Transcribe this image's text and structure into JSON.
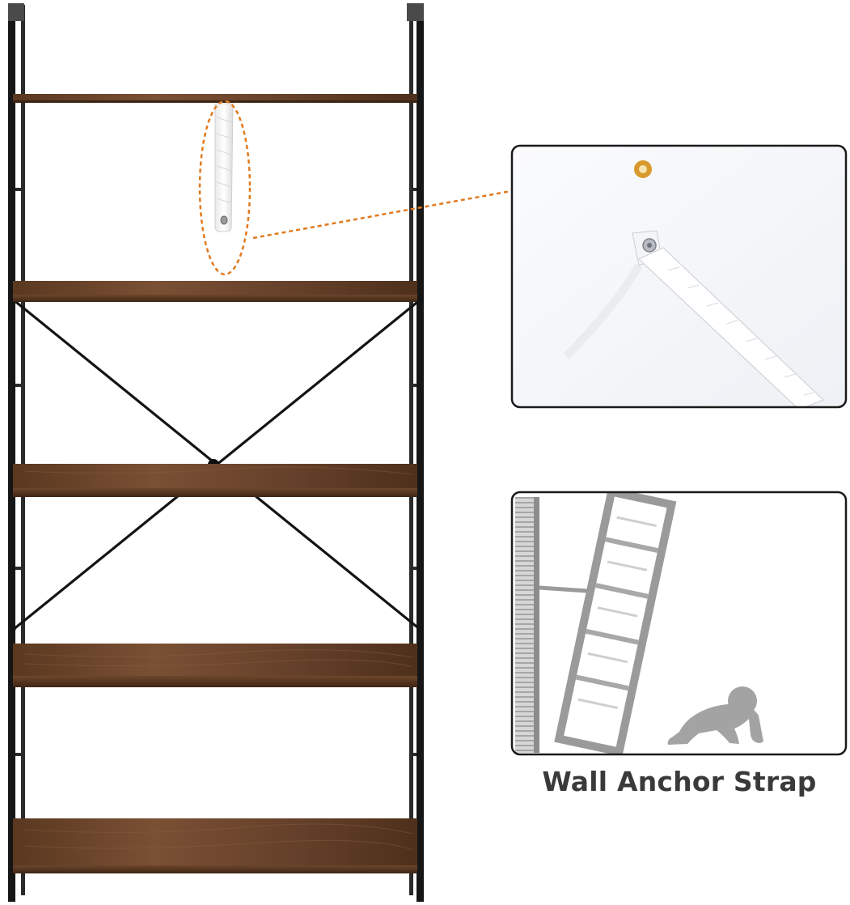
{
  "product": {
    "type": "5-tier bookshelf",
    "shelf_count": 5,
    "frame_color": "#1b1b1b",
    "wood_color": "#6b4428"
  },
  "callouts": [
    {
      "name": "strap-detail",
      "subject": "wall anchor strap mounted with screw and eyelet"
    },
    {
      "name": "tip-over-illustration",
      "subject": "shelf anchored to wall with crawling baby"
    }
  ],
  "highlight_color": "#e07a1f",
  "caption": "Wall Anchor Strap"
}
